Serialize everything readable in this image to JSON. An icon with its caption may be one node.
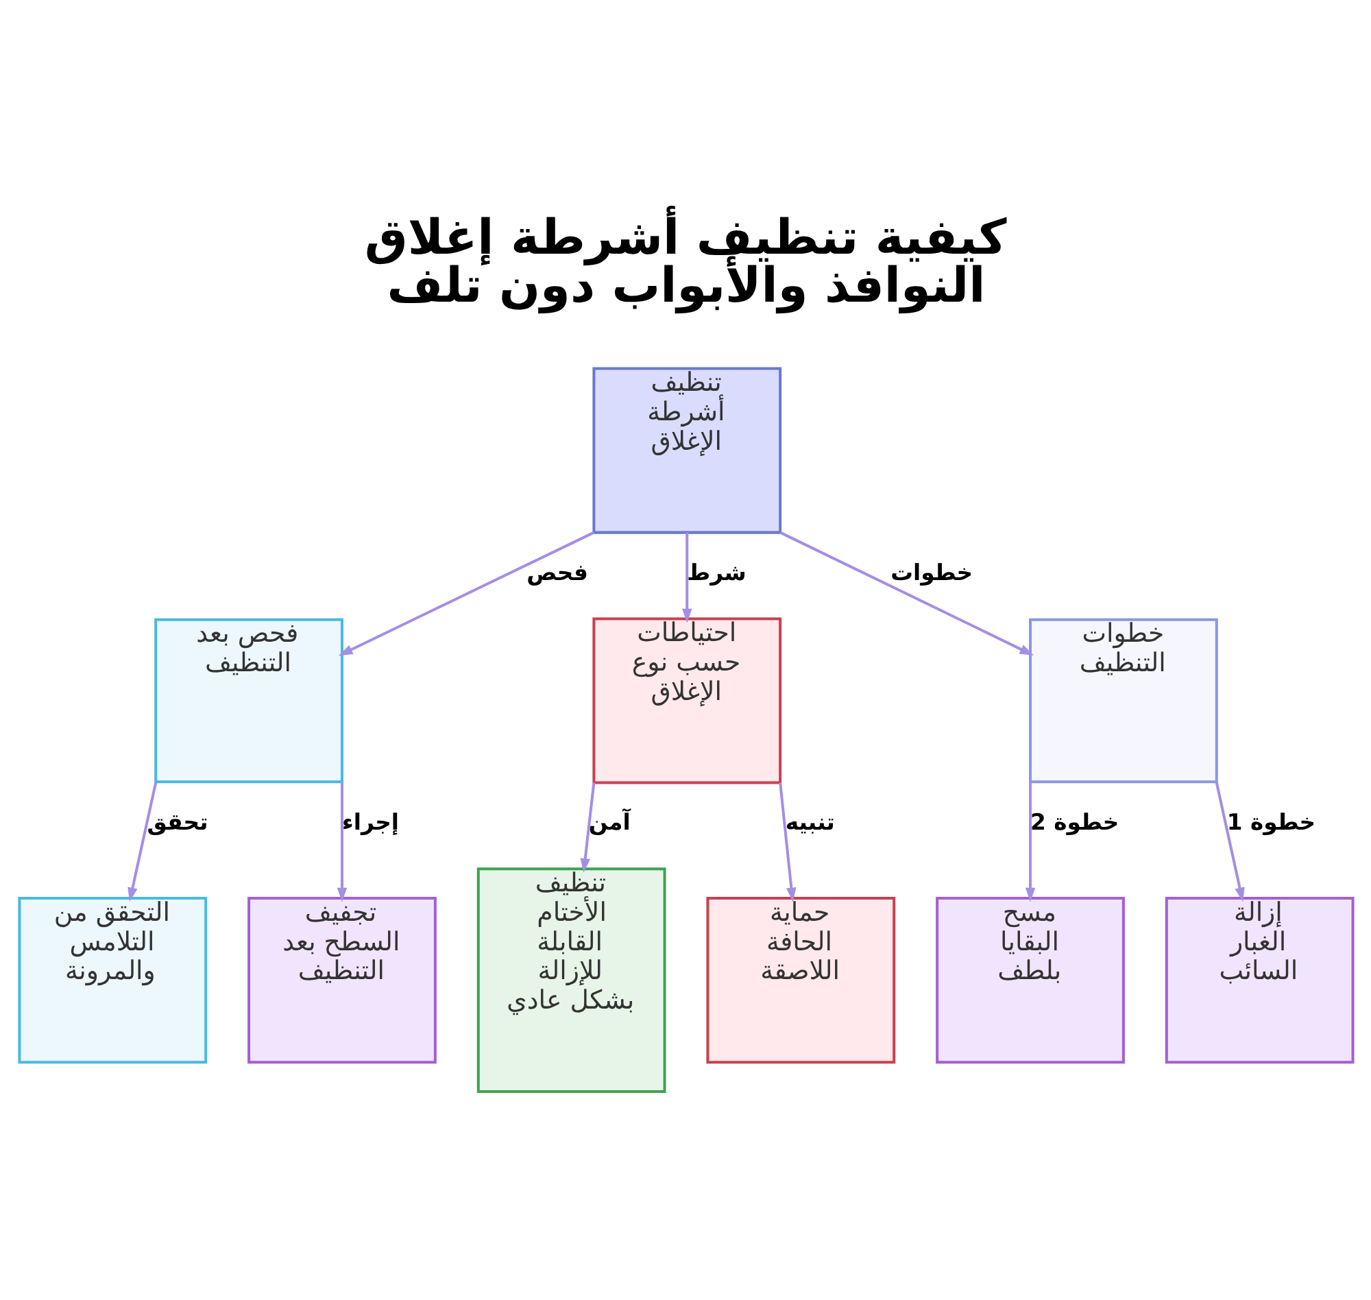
{
  "diagram": {
    "title": "كيفية تنظيف أشرطة إغلاق النوافذ والأبواب دون تلف",
    "nodes": [
      {
        "text": [
          "تنظيف أشرطة الإغلاق"
        ]
      },
      {
        "text": [
          "خطوات التنظيف"
        ]
      },
      {
        "text": [
          "احتياطات حسب نوع الإغلاق"
        ]
      },
      {
        "text": [
          "فحص بعد التنظيف"
        ]
      },
      {
        "text": [
          "إزالة الغبار السائب"
        ]
      },
      {
        "text": [
          "مسح البقايا بلطف"
        ]
      },
      {
        "text": [
          "حماية الحافة اللاصقة"
        ]
      },
      {
        "text": [
          "تنظيف الأختام القابلة للإزالة بشكل عادي"
        ]
      },
      {
        "text": [
          "تجفيف السطح بعد التنظيف"
        ]
      },
      {
        "text": [
          "التحقق من التلامس والمرونة"
        ]
      }
    ],
    "edges": [
      {
        "from": 0,
        "to": 1,
        "arrow": "to",
        "label": "خطوات"
      },
      {
        "from": 0,
        "to": 2,
        "arrow": "to",
        "label": "شرط"
      },
      {
        "from": 0,
        "to": 3,
        "arrow": "to",
        "label": "فحص"
      },
      {
        "from": 1,
        "to": 4,
        "arrow": "to",
        "label": "خطوة 1"
      },
      {
        "from": 1,
        "to": 5,
        "arrow": "to",
        "label": "خطوة 2"
      },
      {
        "from": 2,
        "to": 6,
        "arrow": "to",
        "label": "تنبيه"
      },
      {
        "from": 2,
        "to": 7,
        "arrow": "to",
        "label": "آمن"
      },
      {
        "from": 3,
        "to": 8,
        "arrow": "to",
        "label": "إجراء"
      },
      {
        "from": 3,
        "to": 9,
        "arrow": "to",
        "label": "تحقق"
      }
    ]
  }
}
